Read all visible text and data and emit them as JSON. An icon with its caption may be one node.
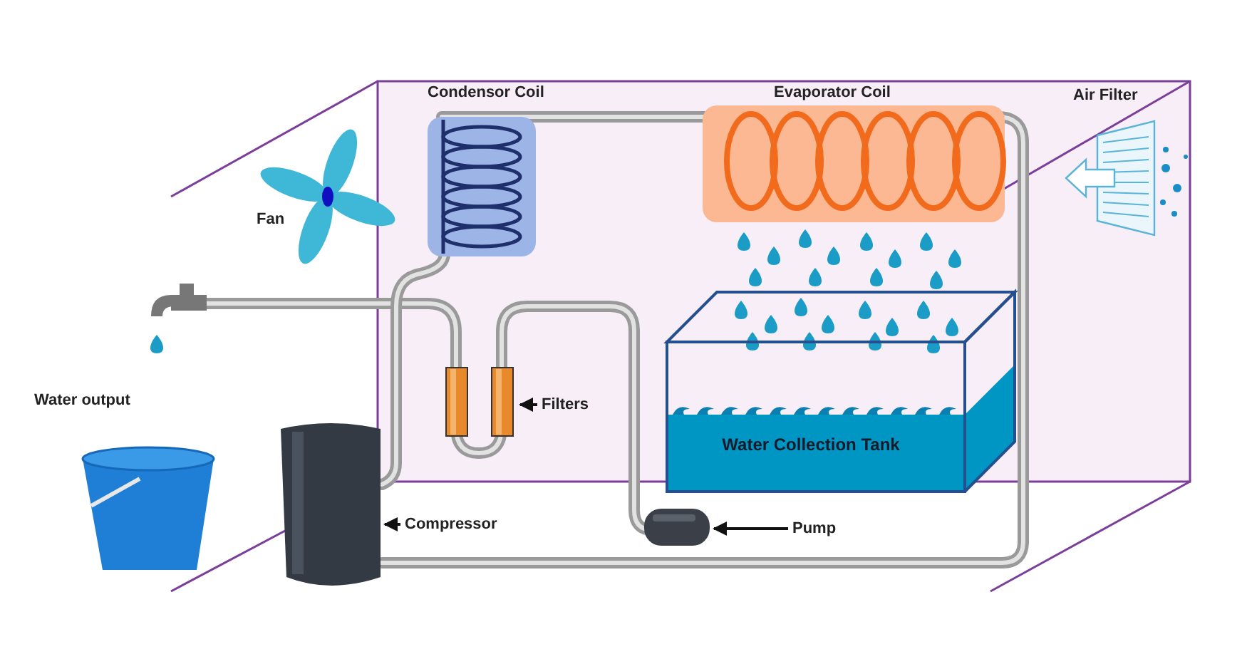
{
  "diagram": {
    "nodes": [
      {
        "text": [
          "Water Collection Tank"
        ]
      },
      {
        "text": [
          "Filters"
        ]
      },
      {
        "text": [],
        "shape": "picture"
      },
      {
        "text": [
          "Compressor"
        ]
      },
      {
        "text": [],
        "shape": "picture"
      },
      {
        "text": [
          "Pump"
        ]
      },
      {
        "text": [],
        "shape": "picture"
      }
    ],
    "edges": [
      {
        "from": 1,
        "to": 2,
        "arrow": "to"
      },
      {
        "from": 3,
        "to": 4,
        "arrow": "to"
      },
      {
        "from": 5,
        "to": 6,
        "arrow": "to"
      }
    ],
    "labels": [
      "Condensor Coil",
      "Evaporator Coil",
      "Air Filter",
      "Fan",
      "Water output"
    ]
  }
}
